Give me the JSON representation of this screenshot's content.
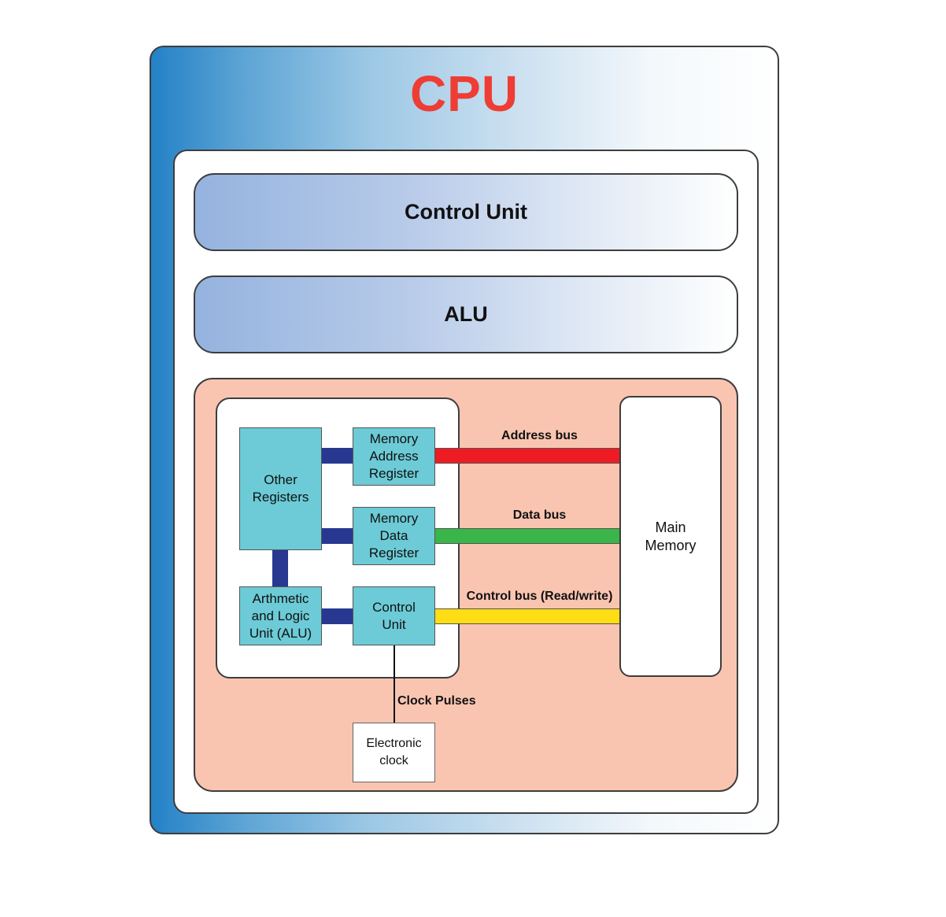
{
  "title": "CPU",
  "colors": {
    "title": "#ee3d35",
    "address_bus": "#ed1c24",
    "data_bus": "#39b54a",
    "control_bus": "#ffdd15",
    "connector": "#283891",
    "register": "#6ccbd6",
    "panel": "#f9c5b1"
  },
  "sections": {
    "control_unit": "Control Unit",
    "alu": "ALU"
  },
  "registers": {
    "other": [
      "Other",
      "Registers"
    ],
    "mar": [
      "Memory",
      "Address",
      "Register"
    ],
    "mdr": [
      "Memory",
      "Data",
      "Register"
    ],
    "alu": [
      "Arthmetic",
      "and Logic",
      "Unit (ALU)"
    ],
    "cu": [
      "Control",
      "Unit"
    ]
  },
  "buses": {
    "address": "Address bus",
    "data": "Data bus",
    "control": "Control bus (Read/write)"
  },
  "main_memory": [
    "Main",
    "Memory"
  ],
  "clock_pulses": "Clock Pulses",
  "electronic_clock": [
    "Electronic",
    "clock"
  ]
}
